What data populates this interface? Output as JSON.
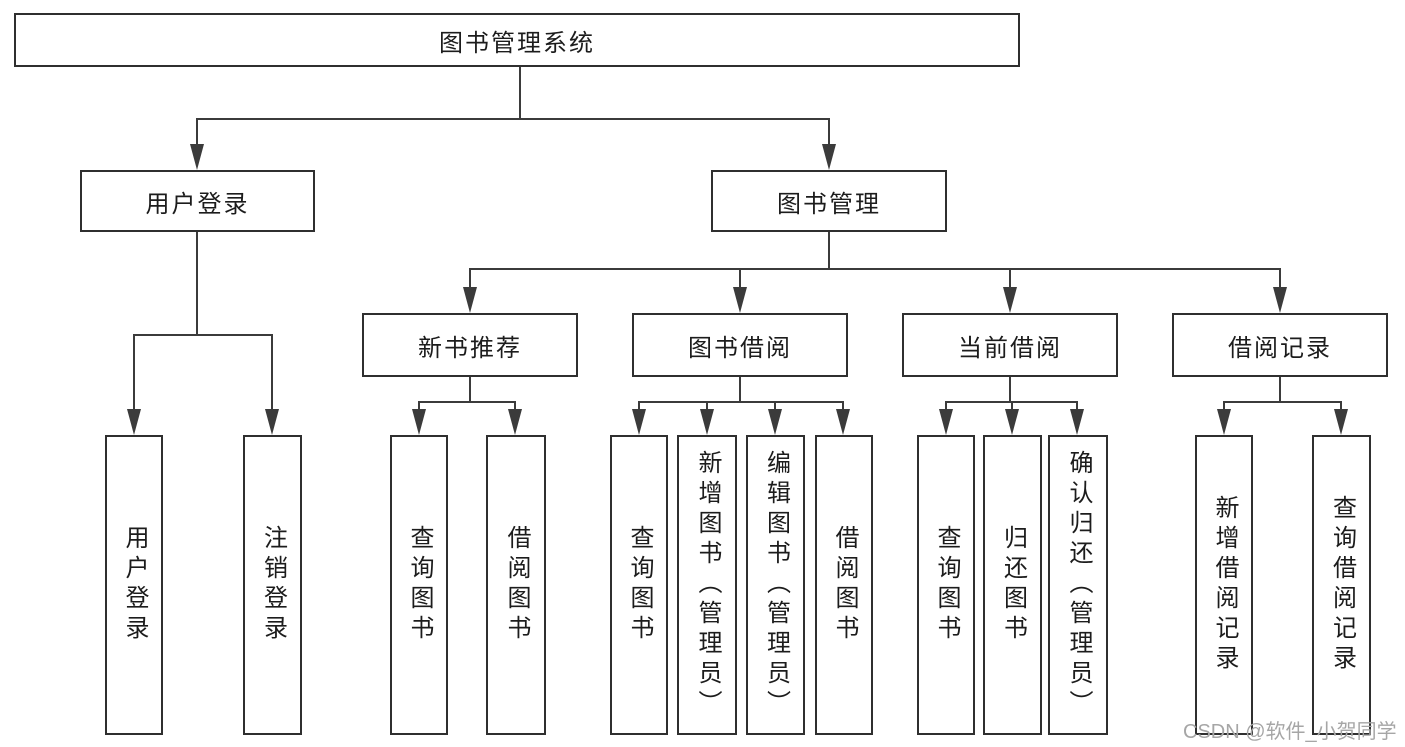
{
  "nodes": {
    "root": {
      "label": "图书管理系统"
    },
    "level2": [
      {
        "label": "用户登录"
      },
      {
        "label": "图书管理"
      }
    ],
    "level3": [
      {
        "label": "新书推荐"
      },
      {
        "label": "图书借阅"
      },
      {
        "label": "当前借阅"
      },
      {
        "label": "借阅记录"
      }
    ],
    "leaves": {
      "user_login": [
        "用户登录",
        "注销登录"
      ],
      "new_book_recommend": [
        "查询图书",
        "借阅图书"
      ],
      "book_borrowing": [
        "查询图书",
        "新增图书（管理员）",
        "编辑图书（管理员）",
        "借阅图书"
      ],
      "current_borrowing": [
        "查询图书",
        "归还图书",
        "确认归还（管理员）"
      ],
      "borrowing_records": [
        "新增借阅记录",
        "查询借阅记录"
      ]
    }
  },
  "watermark": "CSDN @软件_小贺同学",
  "colors": {
    "line": "#3b3b3b",
    "box_border": "#2f2f2f",
    "text": "#1c1c1c",
    "watermark": "#a6a6a6",
    "background": "#ffffff"
  }
}
